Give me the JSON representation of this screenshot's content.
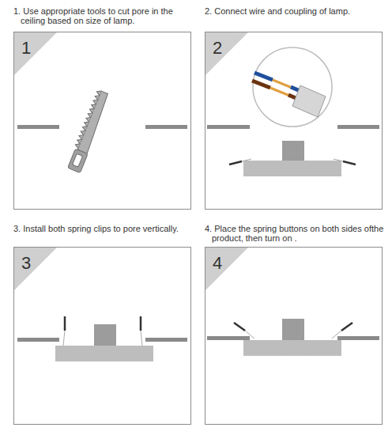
{
  "diagram": {
    "nodes": [
      {
        "text": [
          "1. Use appropriate tools to cut pore in the ceiling based on size of lamp.",
          "1"
        ]
      },
      {
        "text": [
          "2. Connect wire and coupling of lamp.",
          "2"
        ]
      },
      {
        "text": [
          "3. Install both spring clips to pore vertically.",
          "3"
        ]
      },
      {
        "text": [
          "4. Place the spring buttons on both sides ofthe product, then turn on .",
          "4"
        ]
      }
    ]
  }
}
